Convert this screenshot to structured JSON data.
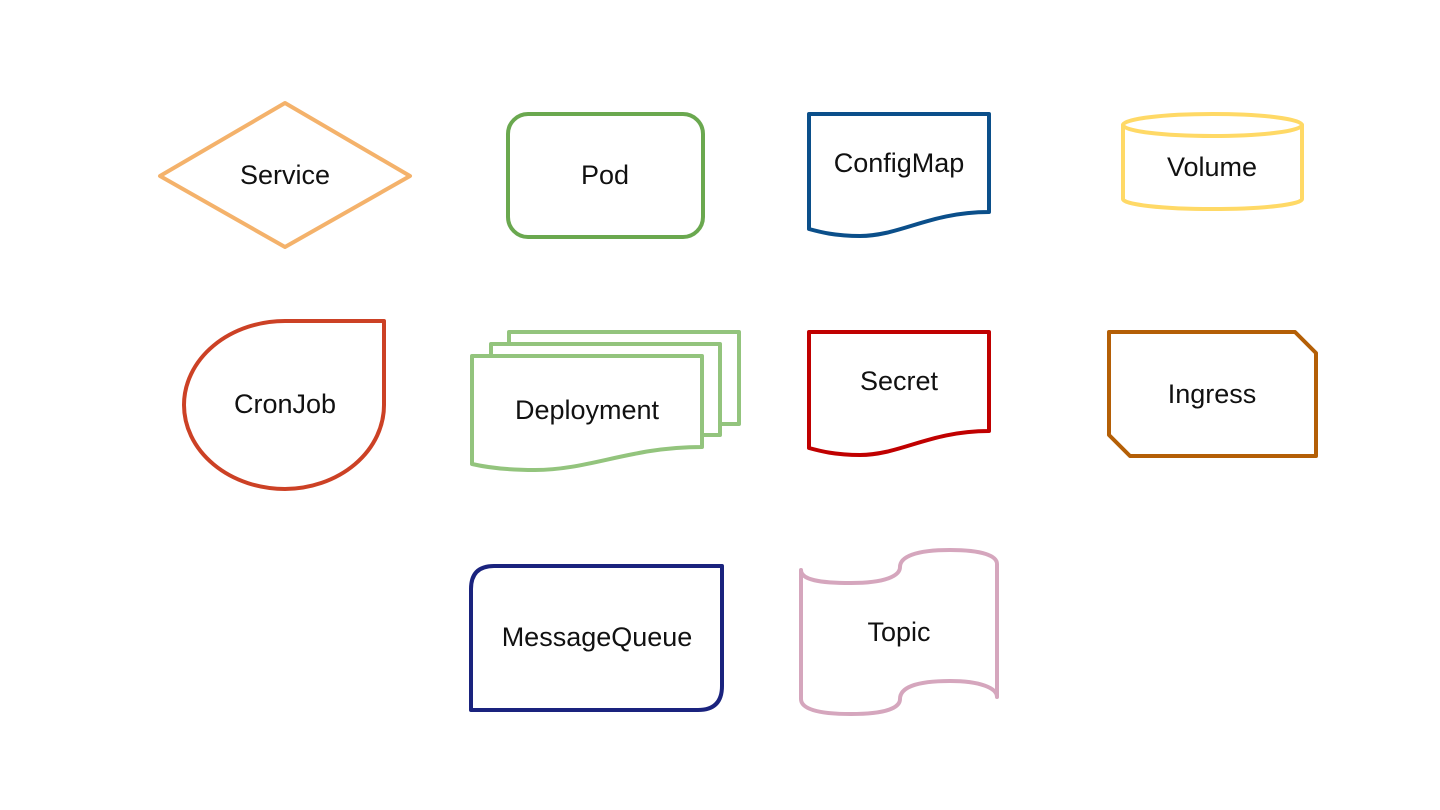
{
  "nodes": [
    {
      "id": "service",
      "label": "Service",
      "shape": "diamond",
      "color": "#F4B26B"
    },
    {
      "id": "pod",
      "label": "Pod",
      "shape": "rounded-rect",
      "color": "#6AA84F"
    },
    {
      "id": "configmap",
      "label": "ConfigMap",
      "shape": "document",
      "color": "#0B4F8A"
    },
    {
      "id": "volume",
      "label": "Volume",
      "shape": "cylinder",
      "color": "#FFD966"
    },
    {
      "id": "cronjob",
      "label": "CronJob",
      "shape": "teardrop",
      "color": "#CC4125"
    },
    {
      "id": "deployment",
      "label": "Deployment",
      "shape": "multi-document",
      "color": "#93C47D"
    },
    {
      "id": "secret",
      "label": "Secret",
      "shape": "document",
      "color": "#C00000"
    },
    {
      "id": "ingress",
      "label": "Ingress",
      "shape": "cut-corner-rect",
      "color": "#B45F06"
    },
    {
      "id": "messagequeue",
      "label": "MessageQueue",
      "shape": "rounded-corners-diag",
      "color": "#1A237E"
    },
    {
      "id": "topic",
      "label": "Topic",
      "shape": "tape",
      "color": "#D5A6BD"
    }
  ]
}
